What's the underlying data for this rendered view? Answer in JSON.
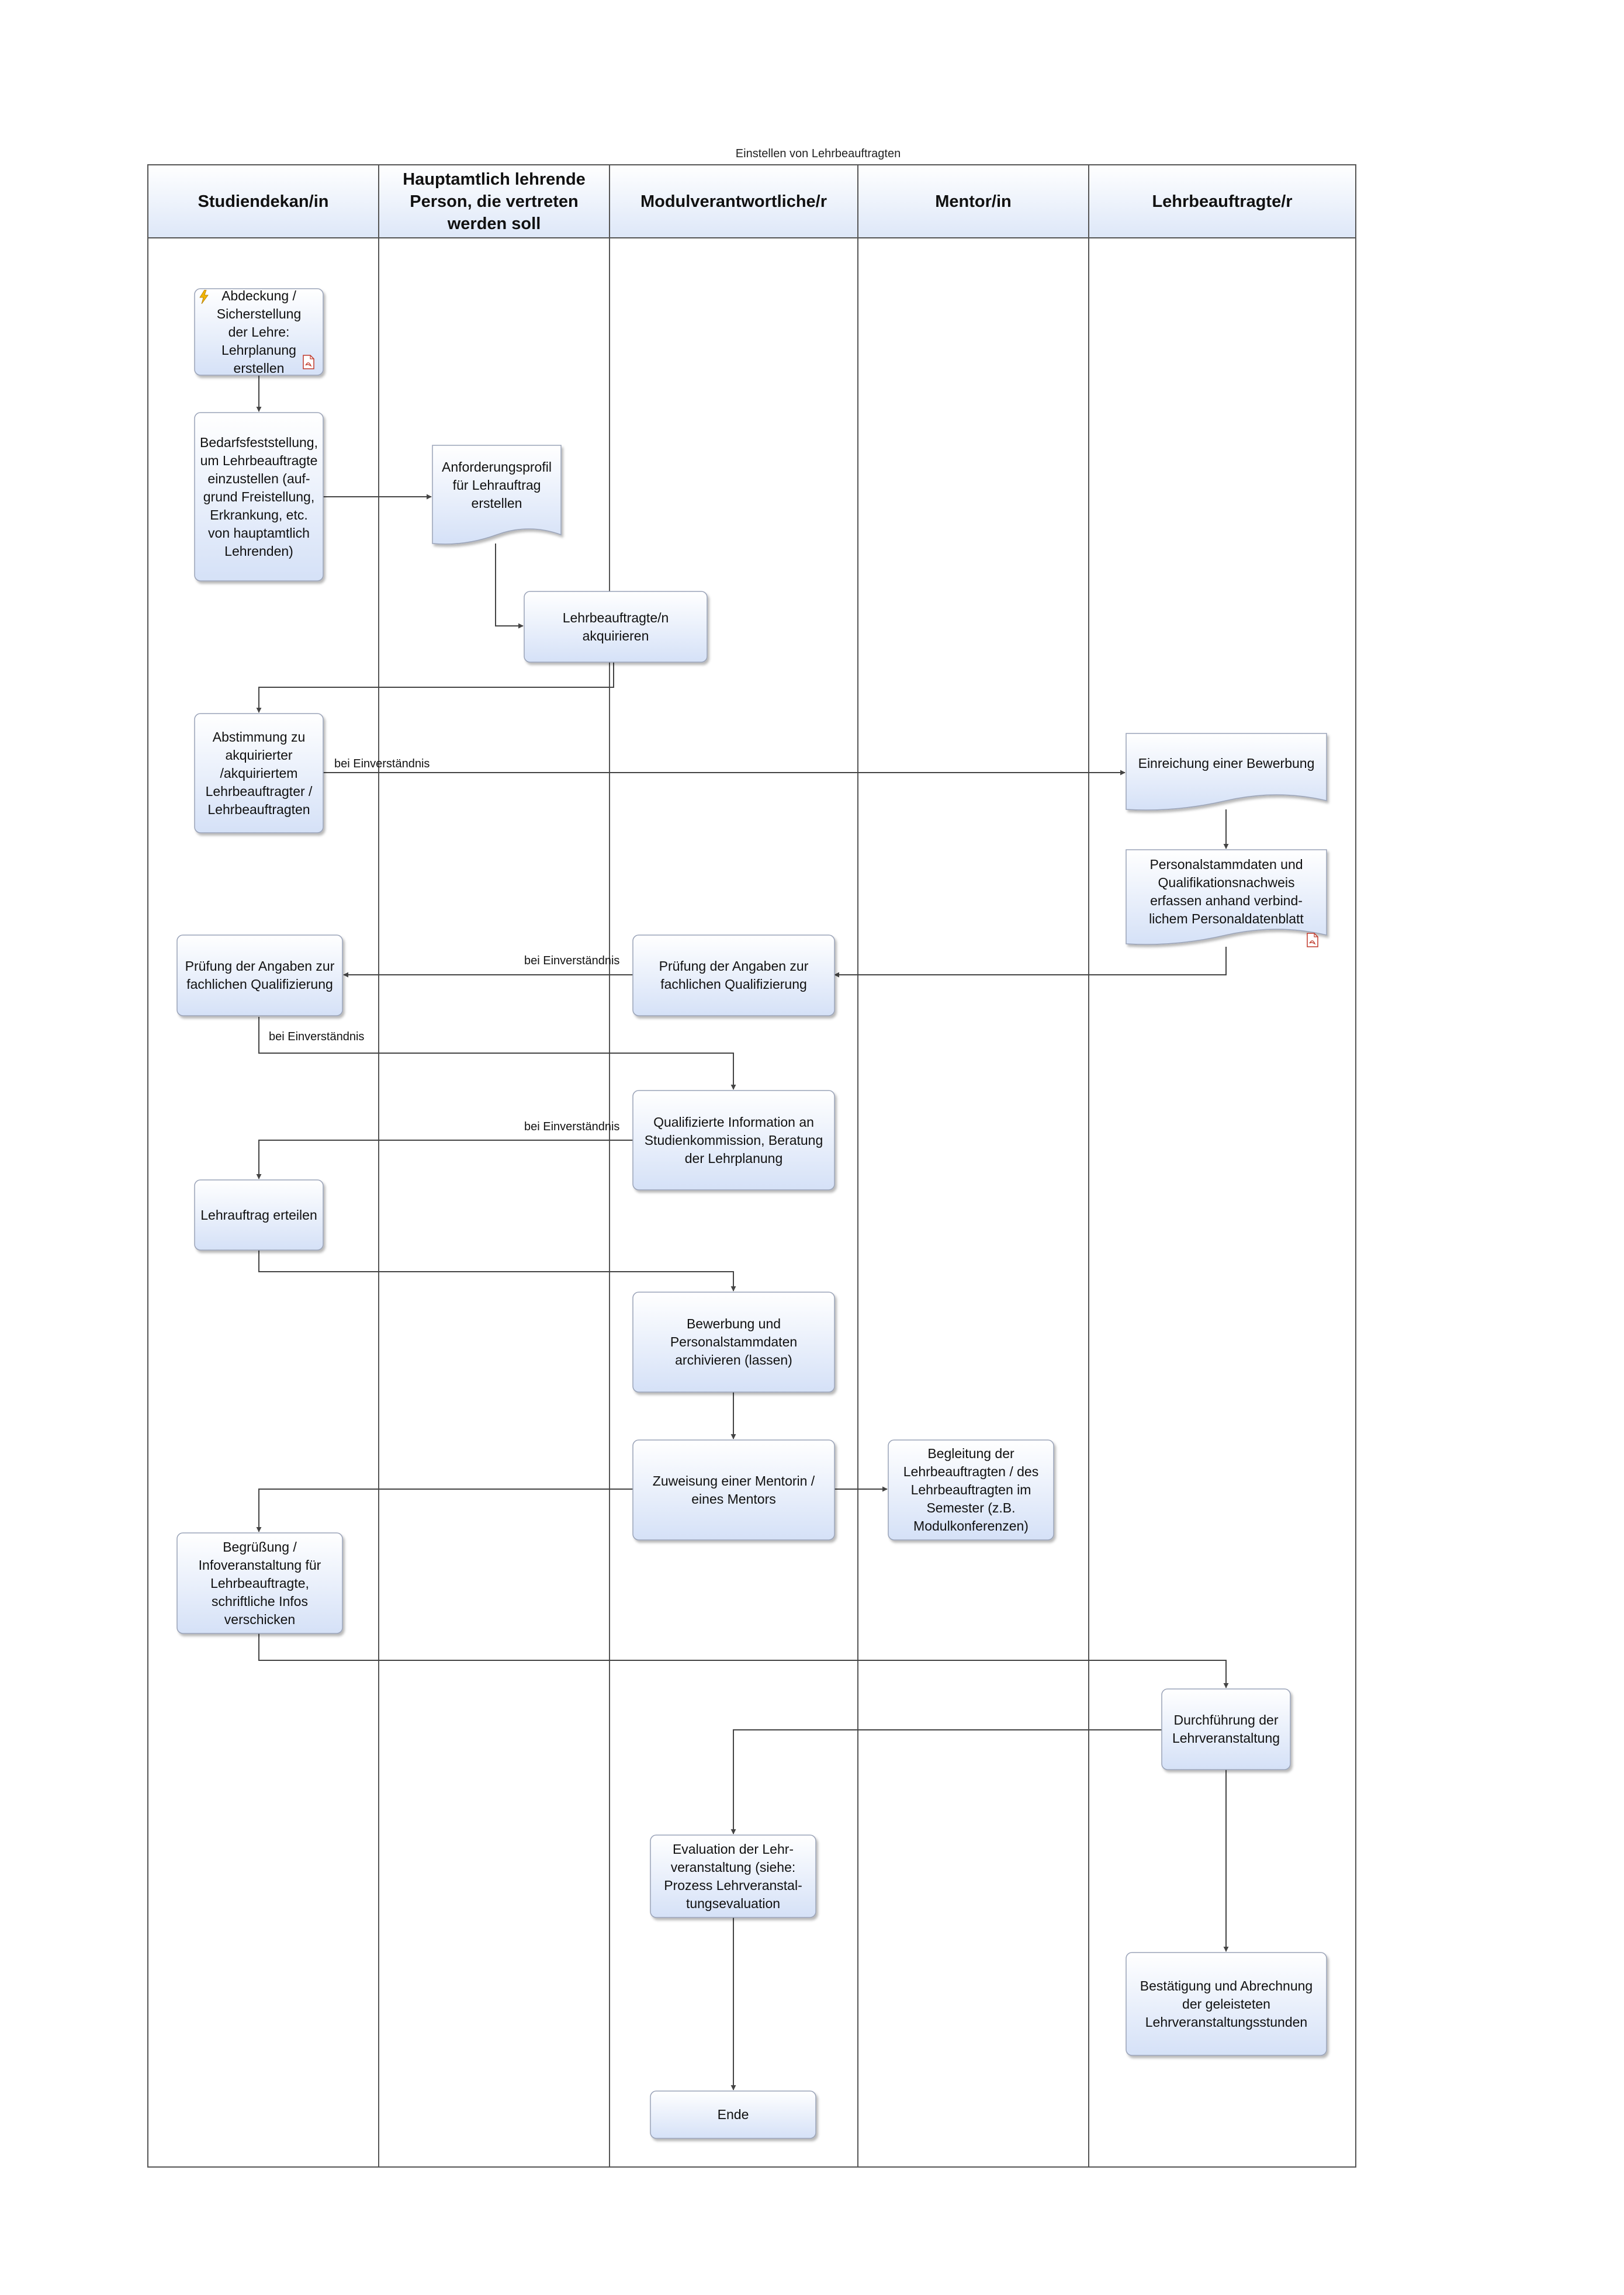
{
  "diagram": {
    "title": "Einstellen von Lehrbeauftragten",
    "colors": {
      "lane_border": "#555555",
      "header_top": "#ffffff",
      "header_bottom": "#dde7f8",
      "node_top": "#ffffff",
      "node_bottom": "#d5e1f7",
      "node_border": "#9aa3b8",
      "edge": "#444444"
    },
    "lanes": [
      {
        "id": "studiendekan",
        "label": "Studiendekan/in"
      },
      {
        "id": "hauptamtlich",
        "label": "Hauptamtlich lehrende Person, die vertreten werden soll"
      },
      {
        "id": "modul",
        "label": "Modulverantwortliche/r"
      },
      {
        "id": "mentor",
        "label": "Mentor/in"
      },
      {
        "id": "lehrbeauftragte",
        "label": "Lehrbeauftragte/r"
      }
    ],
    "nodes": [
      {
        "id": "n1",
        "text": "Abdeckung / Sicherstellung der Lehre: Lehrplanung erstellen",
        "shape": "process",
        "icons": [
          "lightning-icon",
          "pdf-icon"
        ]
      },
      {
        "id": "n2",
        "text": "Bedarfsfeststellung, um Lehrbeauftragte einzustellen (auf-grund Freistellung, Erkrankung, etc. von hauptamtlich Lehrenden)",
        "shape": "process"
      },
      {
        "id": "n3",
        "text": "Anforderungsprofil für Lehrauftrag erstellen",
        "shape": "document"
      },
      {
        "id": "n4",
        "text": "Lehrbeauftragte/n akquirieren",
        "shape": "process"
      },
      {
        "id": "n5",
        "text": "Abstimmung zu akquirierter /akquiriertem Lehrbeauftragter / Lehrbeauftragten",
        "shape": "process"
      },
      {
        "id": "n6",
        "text": "Einreichung einer Bewerbung",
        "shape": "document"
      },
      {
        "id": "n7",
        "text": "Personalstammdaten und Qualifikationsnachweis erfassen anhand verbind-lichem Personaldatenblatt",
        "shape": "document",
        "icons": [
          "pdf-icon"
        ]
      },
      {
        "id": "n8",
        "text": "Prüfung der Angaben zur fachlichen Qualifizierung",
        "shape": "process"
      },
      {
        "id": "n9",
        "text": "Prüfung der Angaben zur fachlichen Qualifizierung",
        "shape": "process"
      },
      {
        "id": "n10",
        "text": "Qualifizierte Information an Studienkommission, Beratung der Lehrplanung",
        "shape": "process"
      },
      {
        "id": "n11",
        "text": "Lehrauftrag erteilen",
        "shape": "process"
      },
      {
        "id": "n12",
        "text": "Bewerbung und Personalstammdaten archivieren (lassen)",
        "shape": "process"
      },
      {
        "id": "n13",
        "text": "Zuweisung einer Mentorin / eines Mentors",
        "shape": "process"
      },
      {
        "id": "n14",
        "text": "Begleitung der Lehrbeauftragten / des Lehrbeauftragten im Semester (z.B. Modulkonferenzen)",
        "shape": "process"
      },
      {
        "id": "n15",
        "text": "Begrüßung / Infoveranstaltung für Lehrbeauftragte, schriftliche Infos verschicken",
        "shape": "process"
      },
      {
        "id": "n16",
        "text": "Durchführung der Lehrveranstaltung",
        "shape": "process"
      },
      {
        "id": "n17",
        "text": "Evaluation der Lehr-veranstaltung (siehe: Prozess Lehrveranstal-tungsevaluation",
        "shape": "process"
      },
      {
        "id": "n18",
        "text": "Bestätigung und Abrechnung der geleisteten Lehrveranstaltungsstunden",
        "shape": "process"
      },
      {
        "id": "n19",
        "text": "Ende",
        "shape": "process"
      }
    ],
    "edges": [
      {
        "from": "n1",
        "to": "n2"
      },
      {
        "from": "n2",
        "to": "n3"
      },
      {
        "from": "n3",
        "to": "n4"
      },
      {
        "from": "n4",
        "to": "n5"
      },
      {
        "from": "n5",
        "to": "n6",
        "label": "bei Einverständnis"
      },
      {
        "from": "n6",
        "to": "n7"
      },
      {
        "from": "n7",
        "to": "n9"
      },
      {
        "from": "n9",
        "to": "n8",
        "label": "bei Einverständnis"
      },
      {
        "from": "n8",
        "to": "n10",
        "label": "bei Einverständnis"
      },
      {
        "from": "n10",
        "to": "n11",
        "label": "bei Einverständnis"
      },
      {
        "from": "n11",
        "to": "n12"
      },
      {
        "from": "n12",
        "to": "n13"
      },
      {
        "from": "n13",
        "to": "n14"
      },
      {
        "from": "n13",
        "to": "n15"
      },
      {
        "from": "n15",
        "to": "n16"
      },
      {
        "from": "n16",
        "to": "n17"
      },
      {
        "from": "n16",
        "to": "n18"
      },
      {
        "from": "n17",
        "to": "n19"
      }
    ]
  }
}
